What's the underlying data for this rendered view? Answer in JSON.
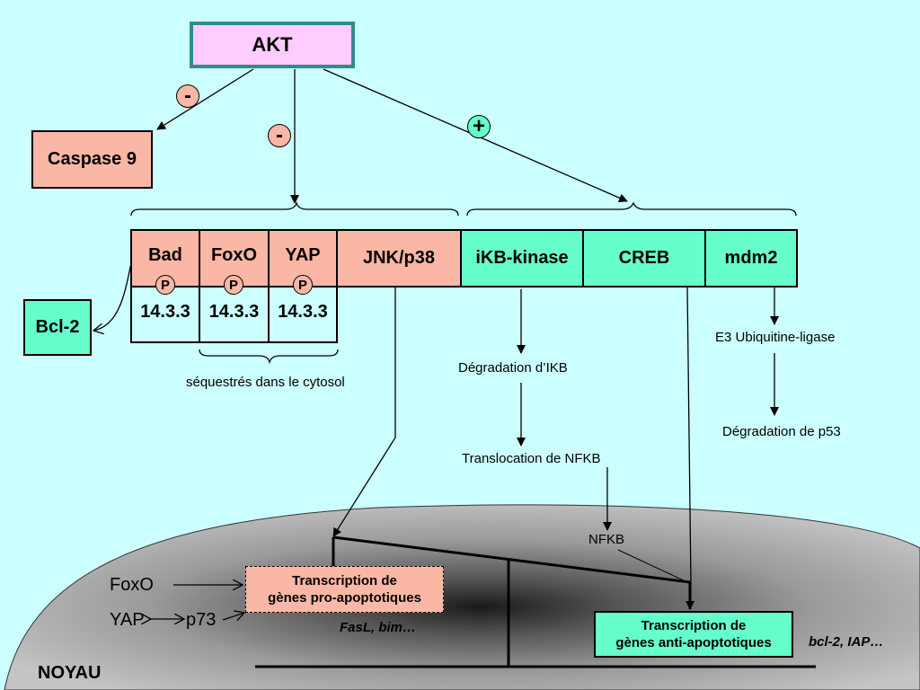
{
  "nodes": {
    "akt": "AKT",
    "caspase9": "Caspase 9",
    "bcl2": "Bcl-2",
    "bad": "Bad",
    "foxo": "FoxO",
    "yap": "YAP",
    "jnk": "JNK/p38",
    "ikb_kinase": "iKB-kinase",
    "creb": "CREB",
    "mdm2": "mdm2",
    "p_badge": "P",
    "protein_1433": "14.3.3"
  },
  "signs": {
    "minus": "-",
    "plus": "+"
  },
  "labels": {
    "sequestres": "séquestrés dans le cytosol",
    "degradation_ikb": "Dégradation d’IKB",
    "translocation_nfkb": "Translocation de NFKB",
    "nfkb": "NFKB",
    "e3_ligase": "E3 Ubiquitine-ligase",
    "degradation_p53": "Dégradation de p53"
  },
  "nucleus": {
    "title": "NOYAU",
    "foxo": "FoxO",
    "yap_p73_left": "YAP",
    "yap_p73_right": "p73",
    "pro_apoptotic_line1": "Transcription de",
    "pro_apoptotic_line2": "gènes pro-apoptotiques",
    "pro_apoptotic_genes": "FasL, bim…",
    "anti_apoptotic_line1": "Transcription de",
    "anti_apoptotic_line2": "gènes anti-apoptotiques",
    "anti_apoptotic_genes": "bcl-2, IAP…"
  },
  "colors": {
    "background": "#ccffff",
    "salmon": "#fbb7a5",
    "green": "#66ffcc",
    "akt_fill": "#ffccff",
    "akt_border": "#2f8c8c"
  }
}
